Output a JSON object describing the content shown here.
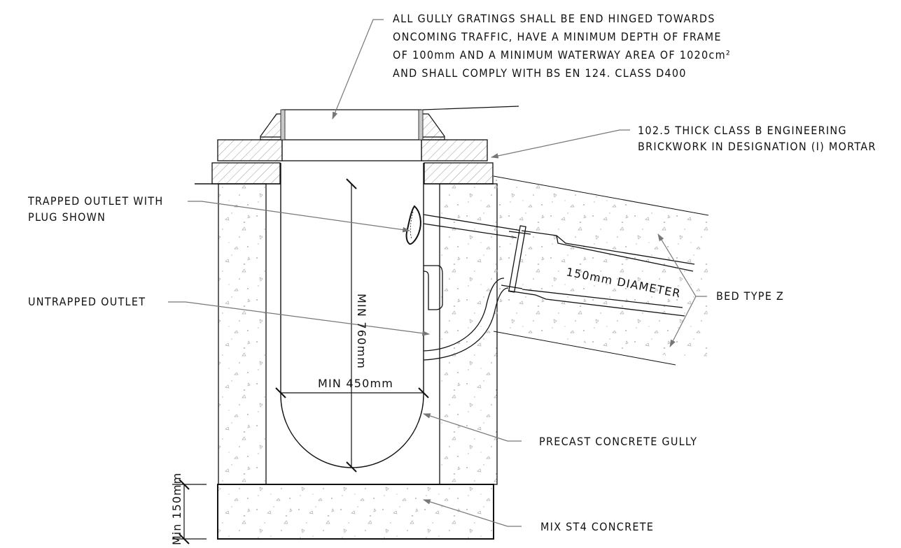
{
  "notes": {
    "grating": {
      "line1": "ALL GULLY GRATINGS SHALL BE END HINGED TOWARDS",
      "line2": "ONCOMING TRAFFIC, HAVE A MINIMUM DEPTH OF FRAME",
      "line3": "OF 100mm AND A MINIMUM WATERWAY AREA OF 1020cm²",
      "line4": "AND SHALL COMPLY WITH BS EN 124. CLASS D400"
    },
    "brickwork": {
      "line1": "102.5 THICK CLASS B ENGINEERING",
      "line2": "BRICKWORK IN DESIGNATION (I) MORTAR"
    },
    "trapped_outlet": {
      "line1": "TRAPPED OUTLET WITH",
      "line2": "PLUG SHOWN"
    },
    "untrapped_outlet": "UNTRAPPED OUTLET",
    "bed_type": "BED TYPE Z",
    "precast_gully": "PRECAST CONCRETE GULLY",
    "mix_concrete": "MIX ST4 CONCRETE"
  },
  "dimensions": {
    "depth": "MIN 760mm",
    "width": "MIN 450mm",
    "base": "Min 150mm",
    "pipe": "150mm DIAMETER"
  },
  "colors": {
    "line": "#111111",
    "leader": "#777777",
    "hatch": "#9a9a9a",
    "grating_bar": "#c8c8c8"
  }
}
